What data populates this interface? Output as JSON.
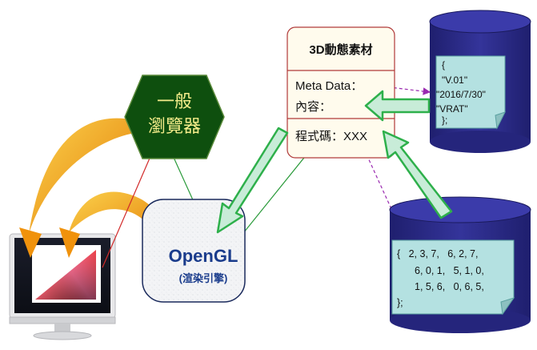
{
  "browser": {
    "line1": "一般",
    "line2": "瀏覽器"
  },
  "engine": {
    "name": "OpenGL",
    "sub": "(渲染引擎)"
  },
  "asset": {
    "title": "3D動態素材",
    "meta_label": "Meta Data：",
    "content_label": "內容：",
    "code_label": "程式碼：XXX"
  },
  "meta_db": {
    "lines": [
      "{",
      "\"V.01\"",
      "\"2016/7/30\"",
      "\"VRAT\"",
      "};"
    ]
  },
  "content_db": {
    "lines": [
      "{   2, 3, 7,   6, 2, 7,",
      "6, 0, 1,   5, 1, 0,",
      "1, 5, 6,   0, 6, 5,",
      "};"
    ]
  },
  "colors": {
    "db_fill": "#2b2b86",
    "note_fill": "#b4e1e1",
    "arrow_fill": "#c8ecd8",
    "arrow_stroke": "#2eb04b",
    "hex_fill": "#0e4f0e",
    "hex_text": "#f4ec8a",
    "orange": "#f0920c",
    "asset_fill": "#fffbed",
    "asset_stroke": "#b03a3a",
    "engine_text": "#1a3c8c"
  }
}
